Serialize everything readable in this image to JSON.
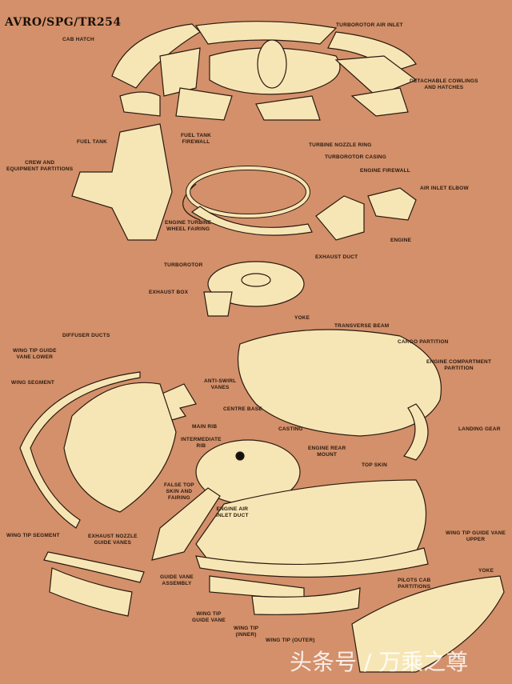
{
  "title": "AVRO/SPG/TR254",
  "labels": {
    "cab_hatch": "CAB HATCH",
    "turborotor_air_inlet": "TURBOROTOR AIR INLET",
    "detachable_cowlings": "DETACHABLE COWLINGS\nAND HATCHES",
    "fuel_tank": "FUEL TANK",
    "fuel_tank_firewall": "FUEL TANK\nFIREWALL",
    "crew_partitions": "CREW AND\nEQUIPMENT PARTITIONS",
    "turbine_nozzle_ring": "TURBINE NOZZLE RING",
    "turborotor_casing": "TURBOROTOR CASING",
    "engine_firewall": "ENGINE FIREWALL",
    "air_inlet_elbow": "AIR INLET ELBOW",
    "engine_turbine_wheel_fairing": "ENGINE TURBINE\nWHEEL FAIRING",
    "engine": "ENGINE",
    "exhaust_duct": "EXHAUST DUCT",
    "turborotor": "TURBOROTOR",
    "exhaust_box": "EXHAUST BOX",
    "yoke_top": "YOKE",
    "transverse_beam": "TRANSVERSE BEAM",
    "cargo_partition": "CARGO PARTITION",
    "engine_compartment_partition": "ENGINE COMPARTMENT\nPARTITION",
    "diffuser_ducts": "DIFFUSER DUCTS",
    "wing_tip_guide_vane_lower": "WING TIP GUIDE\nVANE LOWER",
    "wing_segment": "WING SEGMENT",
    "anti_swirl_vanes": "ANTI-SWIRL\nVANES",
    "centre_base": "CENTRE BASE",
    "casting": "CASTING",
    "landing_gear": "LANDING GEAR",
    "main_rib": "MAIN RIB",
    "intermediate_rib": "INTERMEDIATE\nRIB",
    "engine_rear_mount": "ENGINE REAR\nMOUNT",
    "top_skin": "TOP SKIN",
    "false_top_skin": "FALSE TOP\nSKIN AND\nFAIRING",
    "engine_air_inlet_duct": "ENGINE AIR\nINLET DUCT",
    "wing_tip_segment": "WING TIP SEGMENT",
    "exhaust_nozzle_guide_vanes": "EXHAUST NOZZLE\nGUIDE VANES",
    "wing_tip_guide_vane_upper": "WING TIP GUIDE VANE\nUPPER",
    "guide_vane_assembly": "GUIDE VANE\nASSEMBLY",
    "pilots_cab_partitions": "PILOTS CAB\nPARTITIONS",
    "yoke_bottom": "YOKE",
    "wing_tip_guide_vane": "WING TIP\nGUIDE VANE",
    "wing_tip_inner": "WING TIP\n(INNER)",
    "wing_tip_outer": "WING TIP (OUTER)"
  },
  "watermark": "头条号 / 万乘之尊",
  "colors": {
    "background": "#d3906a",
    "part_fill": "#f7e6b5",
    "ink": "#2a1a10"
  }
}
